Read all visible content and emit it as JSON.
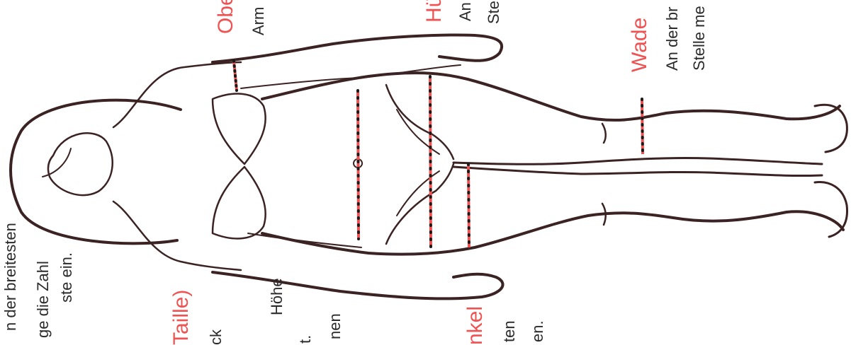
{
  "labels": {
    "partial_top": {
      "lines": [
        "n der breitesten",
        "ge die Zahl",
        "ste ein."
      ]
    },
    "taille": {
      "title": "Taille)",
      "lines": [
        "ck",
        "Höhe",
        "t.",
        "nen"
      ]
    },
    "schenkel": {
      "title": "nkel",
      "lines": [
        "ten",
        "en."
      ]
    },
    "oberarm": {
      "title": "Obe",
      "lines": [
        "Arm"
      ]
    },
    "huefte": {
      "title": "Hü",
      "lines": [
        "An",
        "Ste"
      ]
    },
    "wade": {
      "title": "Wade",
      "lines": [
        "An der br",
        "Stelle me"
      ]
    }
  },
  "colors": {
    "accent": "#ee5252",
    "outline": "#3a2322",
    "text": "#2b2b2b",
    "dots": "#1a1a1a"
  }
}
